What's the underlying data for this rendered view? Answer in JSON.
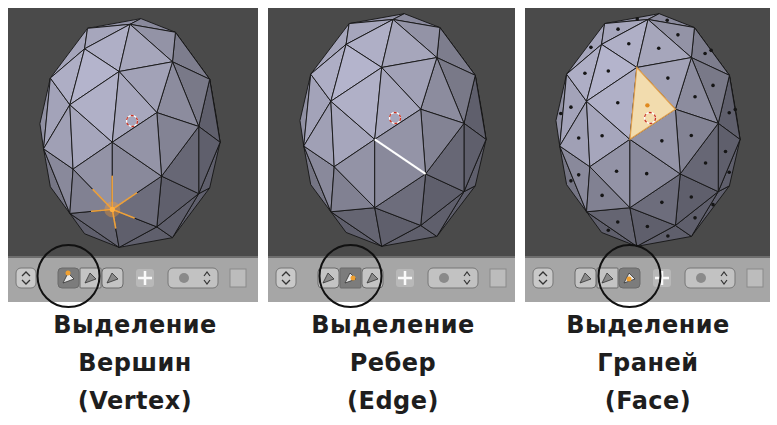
{
  "diagram": {
    "labels": [
      "Выделение Вершин (Vertex)",
      "Выделение Ребер (Edge)",
      "Выделение Граней (Face)"
    ]
  }
}
